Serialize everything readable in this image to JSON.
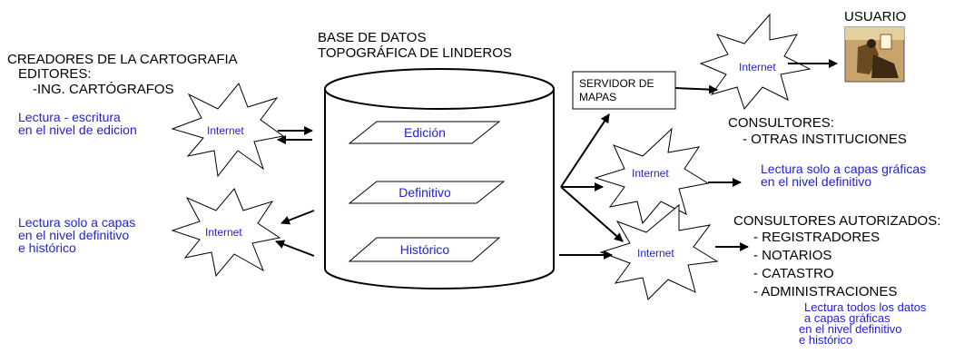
{
  "left": {
    "creators_title": "CREADORES DE LA CARTOGRAFIA",
    "editors_title": "EDITORES:",
    "editors_item": "-ING. CARTÓGRAFOS",
    "rw_line1": "Lectura - escritura",
    "rw_line2": "en el nivel de edicion",
    "ro_line1": "Lectura solo a capas",
    "ro_line2": "en el nivel definitivo",
    "ro_line3": "e histórico"
  },
  "database": {
    "title_line1": "BASE DE DATOS",
    "title_line2": "TOPOGRÁFICA DE LINDEROS",
    "layers": [
      "Edición",
      "Definitivo",
      "Histórico"
    ]
  },
  "server": {
    "line1": "SERVIDOR DE",
    "line2": "MAPAS"
  },
  "internet_label": "Internet",
  "usuario": "USUARIO",
  "consultores": {
    "title": "CONSULTORES:",
    "item": "- OTRAS INSTITUCIONES",
    "note_line1": "Lectura solo a capas gráficas",
    "note_line2": "en el nivel definitivo"
  },
  "autorizados": {
    "title": "CONSULTORES AUTORIZADOS:",
    "items": [
      "- REGISTRADORES",
      "- NOTARIOS",
      "- CATASTRO",
      "- ADMINISTRACIONES"
    ],
    "note_line1": "Lectura todos los datos",
    "note_line2": "a capas gráficas",
    "note_line3": "en el nivel definitivo",
    "note_line4": "e histórico"
  }
}
